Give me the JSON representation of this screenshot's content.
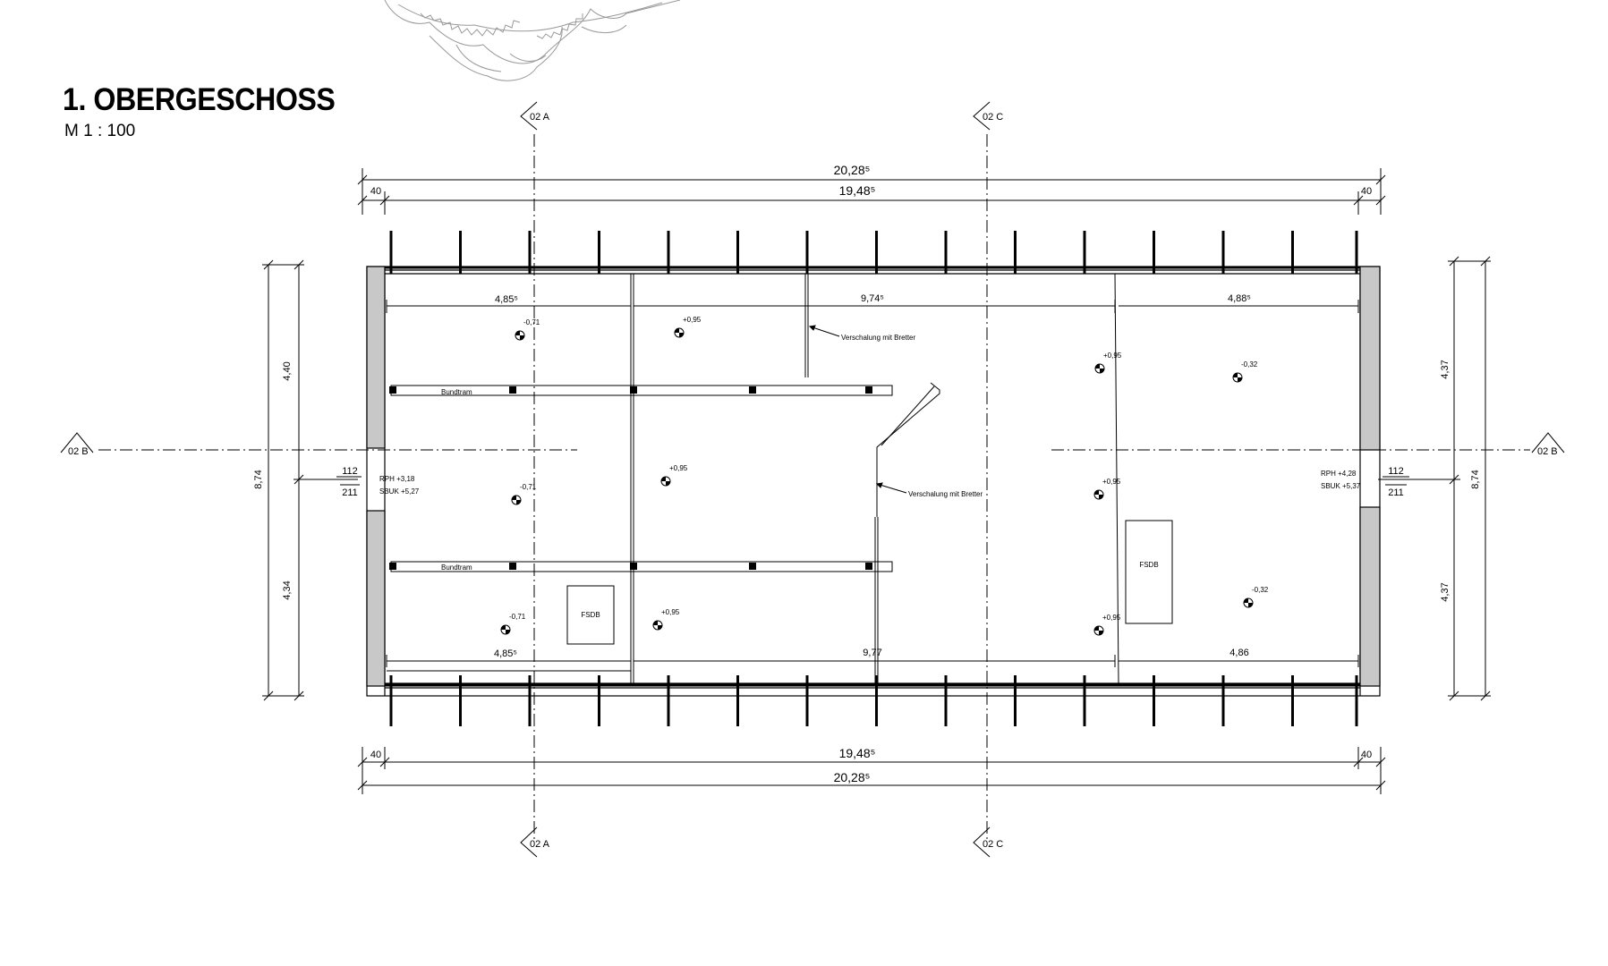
{
  "header": {
    "title": "1. OBERGESCHOSS",
    "scale": "M  1 : 100"
  },
  "section_marks": {
    "a": "02 A",
    "b": "02 B",
    "c": "02 C"
  },
  "dims": {
    "overall": "20,28⁵",
    "inner": "19,48⁵",
    "edge": "40",
    "room_nw": "4,85⁵",
    "corridor_top": "9,74⁵",
    "room_ne": "4,88⁵",
    "room_sw": "4,85⁵",
    "corridor_bottom": "9,77",
    "room_se": "4,86",
    "left_upper": "4,40",
    "left_total": "8,74",
    "left_lower": "4,34",
    "right_upper": "4,37",
    "right_total": "8,74",
    "right_lower": "4,37",
    "opening_w": "112",
    "opening_h": "211"
  },
  "levels": {
    "m071": "-0,71",
    "p095": "+0,95",
    "m032": "-0,32"
  },
  "labels": {
    "beam": "Bundtram",
    "cladding": "Verschalung mit Bretter",
    "fsd": "FSDB",
    "fsd2": "FSDB",
    "rph_left": "RPH +3,18",
    "sbk_left": "SBUK +5,27",
    "rph_right": "RPH +4,28",
    "sbk_right": "SBUK +5,37"
  }
}
